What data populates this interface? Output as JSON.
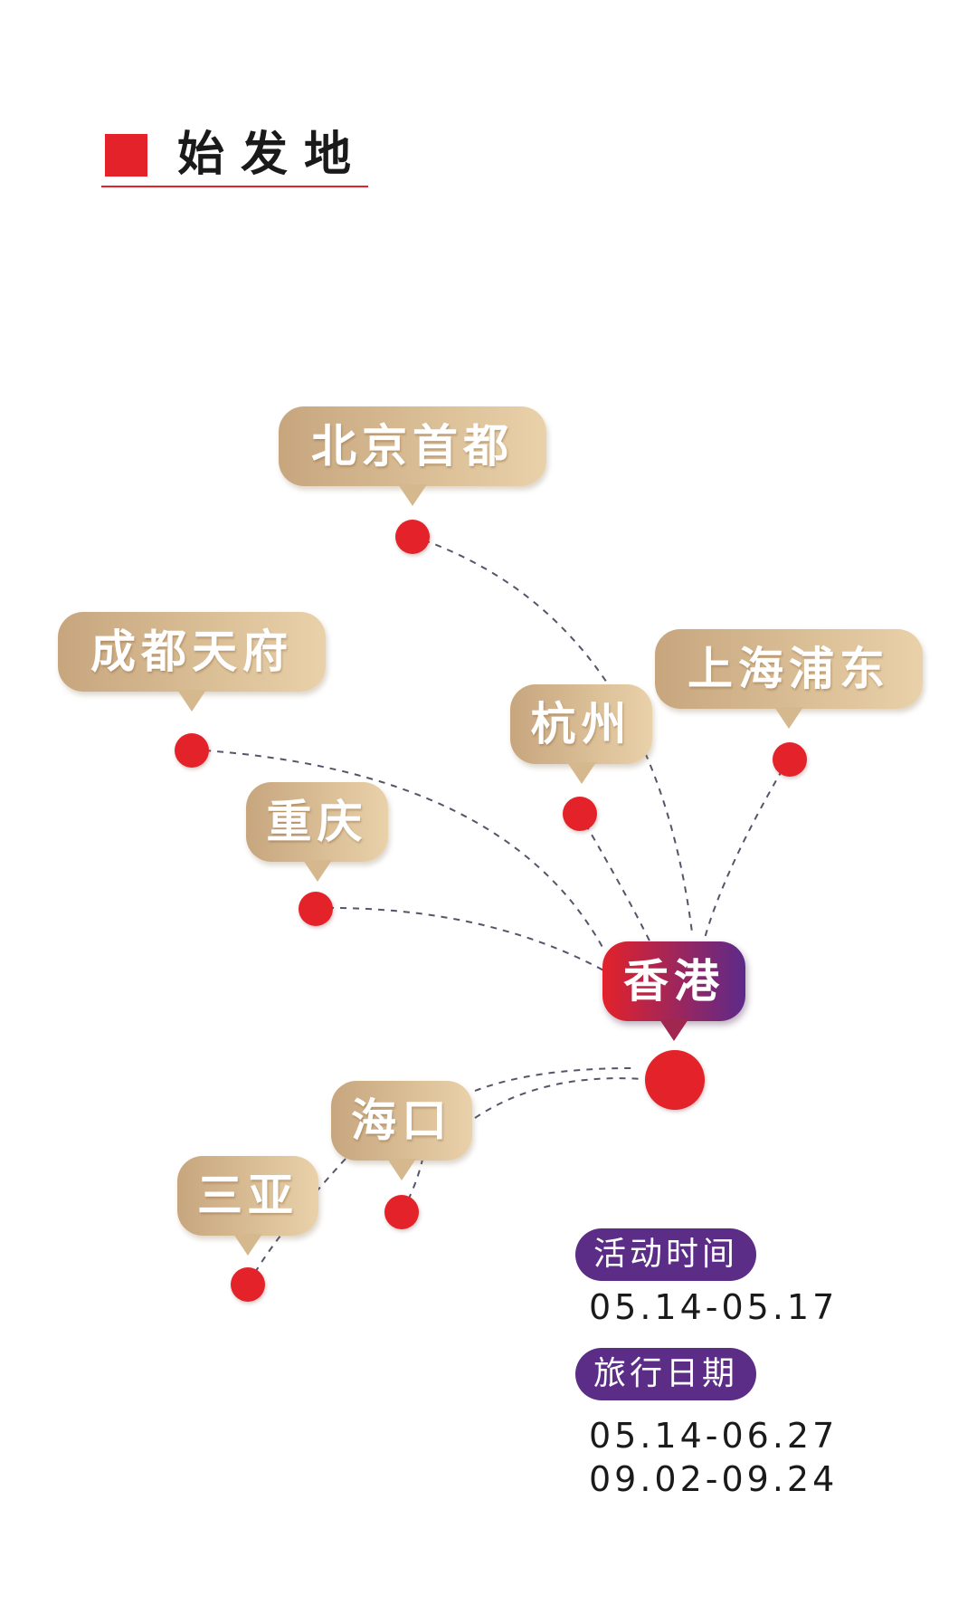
{
  "header": {
    "title": "始发地"
  },
  "hub": {
    "label": "香港"
  },
  "cities": [
    {
      "label": "北京首都"
    },
    {
      "label": "成都天府"
    },
    {
      "label": "杭州"
    },
    {
      "label": "上海浦东"
    },
    {
      "label": "重庆"
    },
    {
      "label": "海口"
    },
    {
      "label": "三亚"
    }
  ],
  "info": {
    "activity_label": "活动时间",
    "activity_dates": "05.14-05.17",
    "travel_label": "旅行日期",
    "travel_dates": [
      "05.14-06.27",
      "09.02-09.24"
    ]
  },
  "colors": {
    "accent_red": "#e3222a",
    "purple": "#5b2d86",
    "gold": "#d5b88e"
  }
}
